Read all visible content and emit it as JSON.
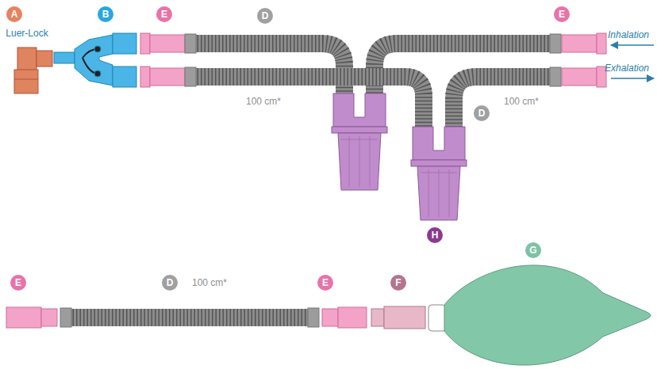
{
  "diagram": {
    "labels": [
      "A",
      "B",
      "E",
      "D",
      "E",
      "Luer-Lock",
      "Inhalation",
      "Exhalation",
      "100 cm*",
      "D",
      "100 cm*",
      "H",
      "E",
      "D",
      "100 cm*",
      "E",
      "F",
      "G"
    ]
  }
}
